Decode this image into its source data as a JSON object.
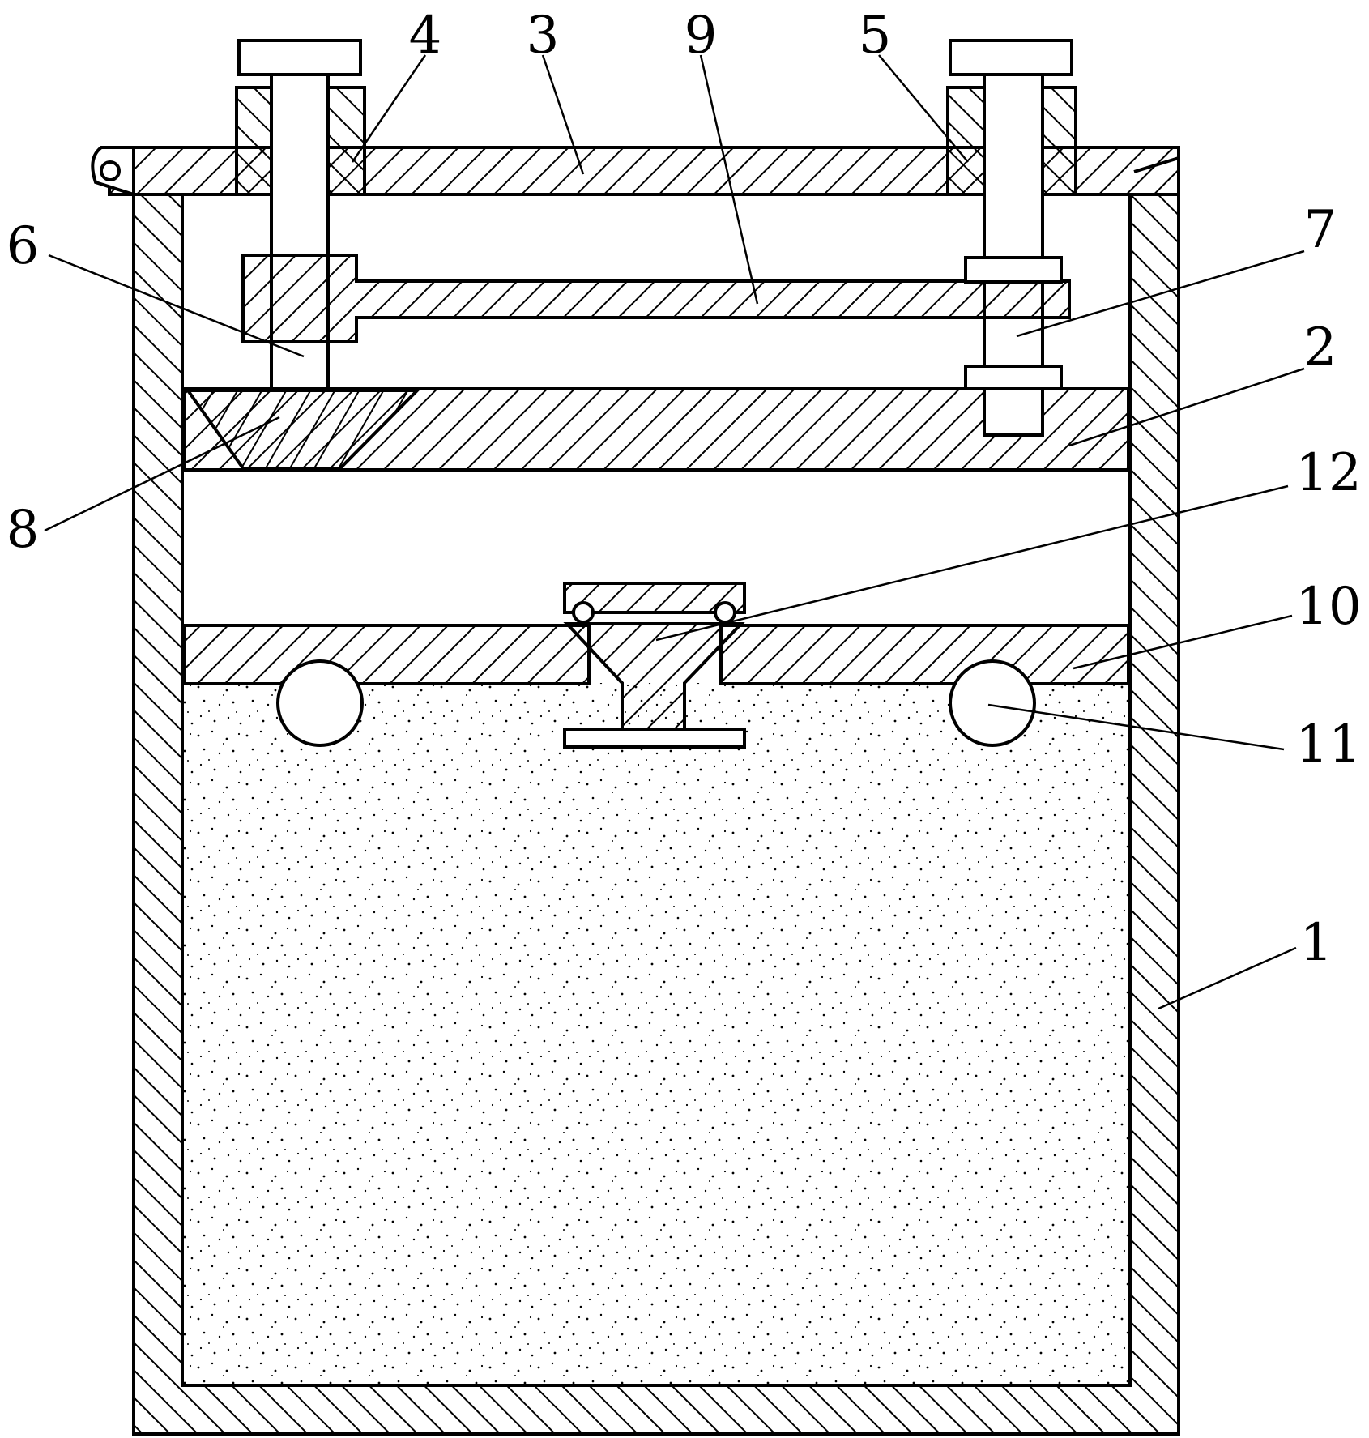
{
  "labels": [
    {
      "id": "1",
      "text": "1"
    },
    {
      "id": "2",
      "text": "2"
    },
    {
      "id": "3",
      "text": "3"
    },
    {
      "id": "4",
      "text": "4"
    },
    {
      "id": "5",
      "text": "5"
    },
    {
      "id": "6",
      "text": "6"
    },
    {
      "id": "7",
      "text": "7"
    },
    {
      "id": "8",
      "text": "8"
    },
    {
      "id": "9",
      "text": "9"
    },
    {
      "id": "10",
      "text": "10"
    },
    {
      "id": "11",
      "text": "11"
    },
    {
      "id": "12",
      "text": "12"
    }
  ],
  "colors": {
    "line": "#000000",
    "background": "#ffffff"
  }
}
